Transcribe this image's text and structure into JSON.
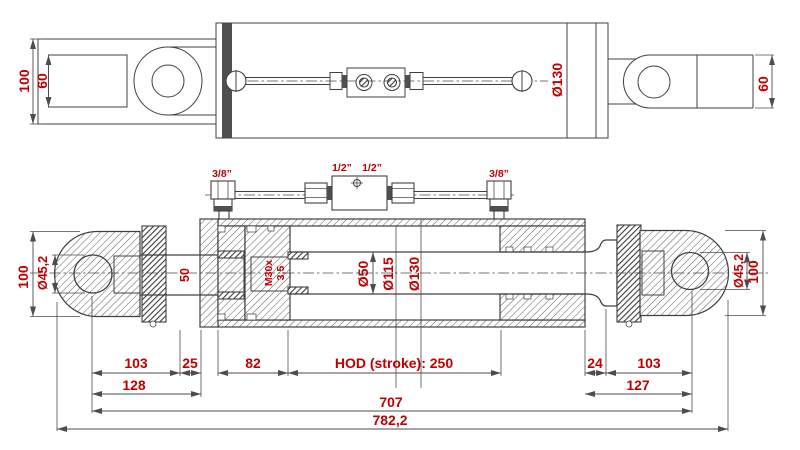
{
  "drawing": {
    "subject": "hydraulic-cylinder-technical-drawing",
    "colors": {
      "line": "#404040",
      "dimension": "#c00000",
      "background": "#ffffff"
    }
  },
  "top_view": {
    "clevis_width": "100",
    "clevis_slot": "60",
    "barrel_diameter": "Ø130",
    "rod_eye_width": "60"
  },
  "piping": {
    "left_port": "3/8”",
    "valve_left": "1/2”",
    "valve_right": "1/2”",
    "right_port": "3/8”"
  },
  "section_view": {
    "left_eye_width": "100",
    "left_eye_bore": "Ø45,2",
    "stud_flat": "50",
    "rod_thread": "M30x",
    "rod_thread_pitch": "3,5",
    "rod_diameter": "Ø50",
    "bore_diameter": "Ø115",
    "barrel_diameter": "Ø130",
    "right_eye_bore": "Ø45,2",
    "right_eye_width": "100"
  },
  "dimensions": {
    "left_eye_offset": "103",
    "nut_width": "25",
    "cap_to_piston": "82",
    "stroke_label": "HOD (stroke): 250",
    "rod_shoulder": "24",
    "right_eye_offset": "103",
    "left_group": "128",
    "right_group": "127",
    "pin_to_pin": "707",
    "overall_length": "782,2"
  }
}
